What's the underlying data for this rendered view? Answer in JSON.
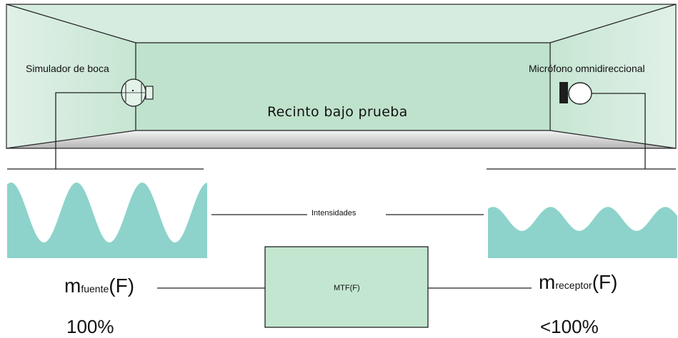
{
  "room": {
    "title": "Recinto bajo prueba",
    "colors": {
      "wall": "#cfe7d9",
      "back_wall": "#bfe2cc",
      "floor_light": "#f3f3f3",
      "floor_dark": "#b9b9b9",
      "stroke": "#2a2a2a"
    }
  },
  "source": {
    "label": "Simulador de boca",
    "icon": "mouth-simulator-icon"
  },
  "receiver": {
    "label": "Micrófono omnidireccional",
    "icon": "microphone-icon"
  },
  "signals": {
    "label": "Intensidades",
    "wave_color": "#8dd3cb",
    "source_modulation": 1.0,
    "receiver_modulation": 0.4
  },
  "transfer": {
    "label": "MTF(F)"
  },
  "source_index": {
    "symbol": "m",
    "subscript": "fuente",
    "arg": "(F)",
    "percent": "100%"
  },
  "receiver_index": {
    "symbol": "m",
    "subscript": "receptor",
    "arg": "(F)",
    "percent": "<100%"
  }
}
